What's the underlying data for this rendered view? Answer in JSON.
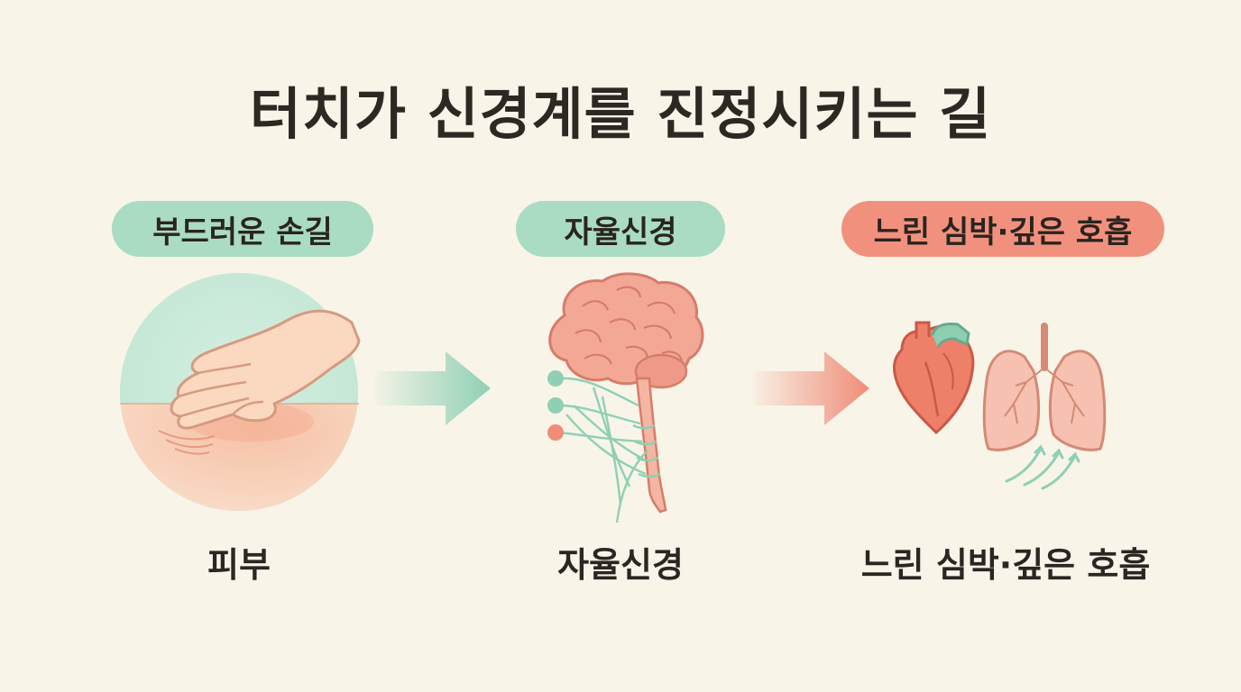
{
  "title": "터치가 신경계를 진정시키는 길",
  "steps": [
    {
      "pill_label": "부드러운 손길",
      "caption": "피부",
      "icon": "hand-touching-skin-icon",
      "pill_color": "#a9dcc2"
    },
    {
      "pill_label": "자율신경",
      "caption": "자율신경",
      "icon": "brain-and-spinal-nerves-icon",
      "pill_color": "#a9dcc2"
    },
    {
      "pill_label": "느린 심박·깊은 호흡",
      "caption": "느린 심박·깊은 호흡",
      "icon": "heart-and-lungs-icon",
      "pill_color": "#f1917d"
    }
  ],
  "arrows": [
    {
      "icon": "arrow-right-icon",
      "color": "#8fd0b4"
    },
    {
      "icon": "arrow-right-icon",
      "color": "#f08c78"
    }
  ]
}
